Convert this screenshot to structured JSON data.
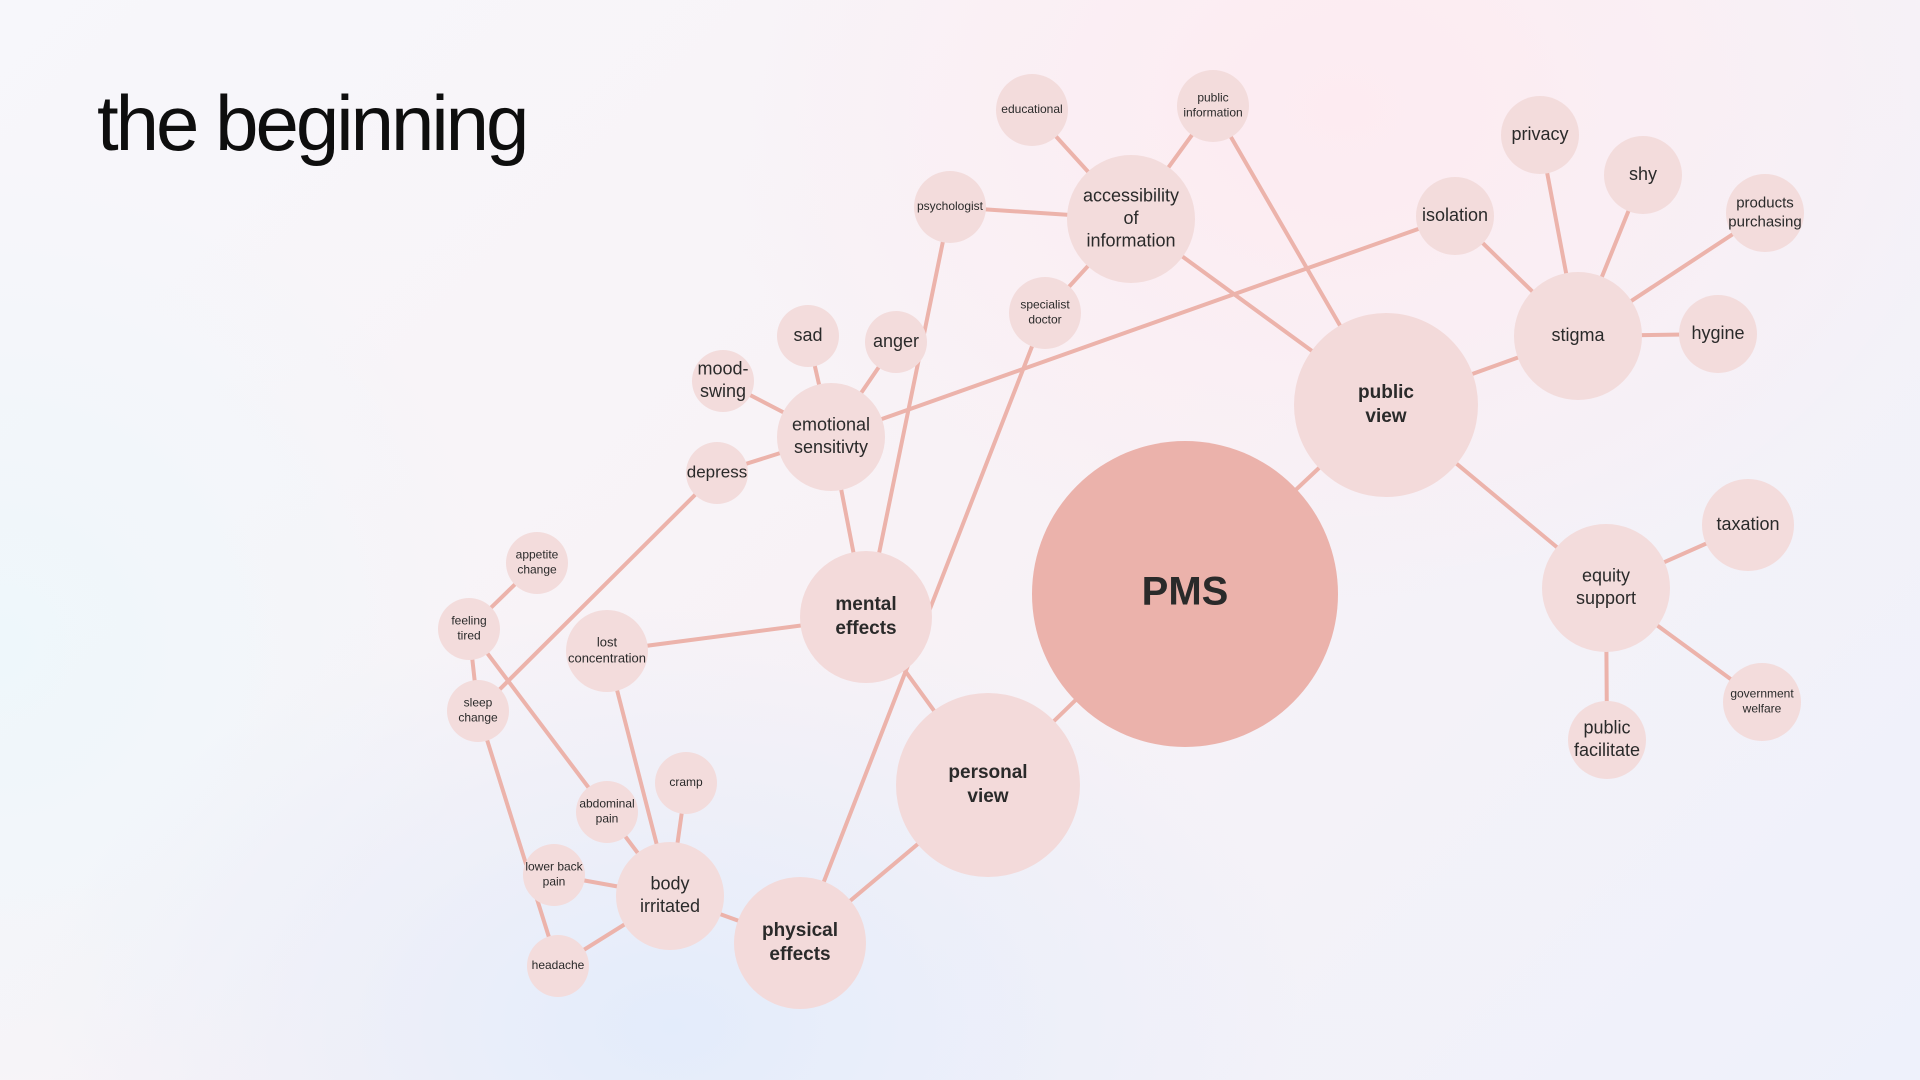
{
  "slide": {
    "title": "the beginning"
  },
  "colors": {
    "edge": "#ecb3ab",
    "center": "#ebb2ab",
    "major": "#f3dada",
    "minor": "#f3dcdc",
    "text": "#2a2a2a"
  },
  "mindmap": {
    "nodes": [
      {
        "id": "pms",
        "label": [
          "PMS"
        ],
        "level": "center"
      },
      {
        "id": "public-view",
        "label": [
          "public",
          "view"
        ],
        "level": "major"
      },
      {
        "id": "personal-view",
        "label": [
          "personal",
          "view"
        ],
        "level": "major"
      },
      {
        "id": "mental-effects",
        "label": [
          "mental",
          "effects"
        ],
        "level": "major"
      },
      {
        "id": "physical-effects",
        "label": [
          "physical",
          "effects"
        ],
        "level": "major"
      },
      {
        "id": "stigma",
        "label": [
          "stigma"
        ],
        "level": "sub"
      },
      {
        "id": "equity-support",
        "label": [
          "equity",
          "support"
        ],
        "level": "sub"
      },
      {
        "id": "accessibility",
        "label": [
          "accessibility",
          "of",
          "information"
        ],
        "level": "sub"
      },
      {
        "id": "emotional-sensitivity",
        "label": [
          "emotional",
          "sensitivty"
        ],
        "level": "sub"
      },
      {
        "id": "body-irritated",
        "label": [
          "body",
          "irritated"
        ],
        "level": "sub"
      },
      {
        "id": "educational",
        "label": [
          "educational"
        ],
        "level": "leaf"
      },
      {
        "id": "public-information",
        "label": [
          "public",
          "information"
        ],
        "level": "leaf"
      },
      {
        "id": "psychologist",
        "label": [
          "psychologist"
        ],
        "level": "leaf"
      },
      {
        "id": "specialist-doctor",
        "label": [
          "specialist",
          "doctor"
        ],
        "level": "leaf"
      },
      {
        "id": "isolation",
        "label": [
          "isolation"
        ],
        "level": "leaf"
      },
      {
        "id": "privacy",
        "label": [
          "privacy"
        ],
        "level": "leaf"
      },
      {
        "id": "shy",
        "label": [
          "shy"
        ],
        "level": "leaf"
      },
      {
        "id": "products-purchasing",
        "label": [
          "products",
          "purchasing"
        ],
        "level": "leaf"
      },
      {
        "id": "hygine",
        "label": [
          "hygine"
        ],
        "level": "leaf"
      },
      {
        "id": "taxation",
        "label": [
          "taxation"
        ],
        "level": "leaf"
      },
      {
        "id": "government-welfare",
        "label": [
          "government",
          "welfare"
        ],
        "level": "leaf"
      },
      {
        "id": "public-facilitate",
        "label": [
          "public",
          "facilitate"
        ],
        "level": "leaf"
      },
      {
        "id": "sad",
        "label": [
          "sad"
        ],
        "level": "leaf"
      },
      {
        "id": "anger",
        "label": [
          "anger"
        ],
        "level": "leaf"
      },
      {
        "id": "mood-swing",
        "label": [
          "mood-",
          "swing"
        ],
        "level": "leaf"
      },
      {
        "id": "depress",
        "label": [
          "depress"
        ],
        "level": "leaf"
      },
      {
        "id": "appetite-change",
        "label": [
          "appetite",
          "change"
        ],
        "level": "leaf"
      },
      {
        "id": "feeling-tired",
        "label": [
          "feeling",
          "tired"
        ],
        "level": "leaf"
      },
      {
        "id": "sleep-change",
        "label": [
          "sleep",
          "change"
        ],
        "level": "leaf"
      },
      {
        "id": "lost-concentration",
        "label": [
          "lost",
          "concentration"
        ],
        "level": "leaf"
      },
      {
        "id": "abdominal-pain",
        "label": [
          "abdominal",
          "pain"
        ],
        "level": "leaf"
      },
      {
        "id": "cramp",
        "label": [
          "cramp"
        ],
        "level": "leaf"
      },
      {
        "id": "lower-back-pain",
        "label": [
          "lower back",
          "pain"
        ],
        "level": "leaf"
      },
      {
        "id": "headache",
        "label": [
          "headache"
        ],
        "level": "leaf"
      }
    ],
    "edges": [
      [
        "pms",
        "public-view"
      ],
      [
        "pms",
        "personal-view"
      ],
      [
        "personal-view",
        "mental-effects"
      ],
      [
        "personal-view",
        "physical-effects"
      ],
      [
        "public-view",
        "stigma"
      ],
      [
        "public-view",
        "equity-support"
      ],
      [
        "public-view",
        "accessibility"
      ],
      [
        "public-view",
        "public-information"
      ],
      [
        "stigma",
        "isolation"
      ],
      [
        "stigma",
        "privacy"
      ],
      [
        "stigma",
        "shy"
      ],
      [
        "stigma",
        "products-purchasing"
      ],
      [
        "stigma",
        "hygine"
      ],
      [
        "equity-support",
        "taxation"
      ],
      [
        "equity-support",
        "government-welfare"
      ],
      [
        "equity-support",
        "public-facilitate"
      ],
      [
        "accessibility",
        "educational"
      ],
      [
        "accessibility",
        "public-information"
      ],
      [
        "accessibility",
        "psychologist"
      ],
      [
        "accessibility",
        "specialist-doctor"
      ],
      [
        "isolation",
        "emotional-sensitivity"
      ],
      [
        "mental-effects",
        "emotional-sensitivity"
      ],
      [
        "mental-effects",
        "psychologist"
      ],
      [
        "mental-effects",
        "lost-concentration"
      ],
      [
        "specialist-doctor",
        "physical-effects"
      ],
      [
        "emotional-sensitivity",
        "sad"
      ],
      [
        "emotional-sensitivity",
        "anger"
      ],
      [
        "emotional-sensitivity",
        "mood-swing"
      ],
      [
        "emotional-sensitivity",
        "depress"
      ],
      [
        "depress",
        "sleep-change"
      ],
      [
        "feeling-tired",
        "appetite-change"
      ],
      [
        "feeling-tired",
        "sleep-change"
      ],
      [
        "feeling-tired",
        "abdominal-pain"
      ],
      [
        "sleep-change",
        "headache"
      ],
      [
        "physical-effects",
        "body-irritated"
      ],
      [
        "body-irritated",
        "lost-concentration"
      ],
      [
        "body-irritated",
        "abdominal-pain"
      ],
      [
        "body-irritated",
        "cramp"
      ],
      [
        "body-irritated",
        "lower-back-pain"
      ],
      [
        "body-irritated",
        "headache"
      ]
    ]
  }
}
